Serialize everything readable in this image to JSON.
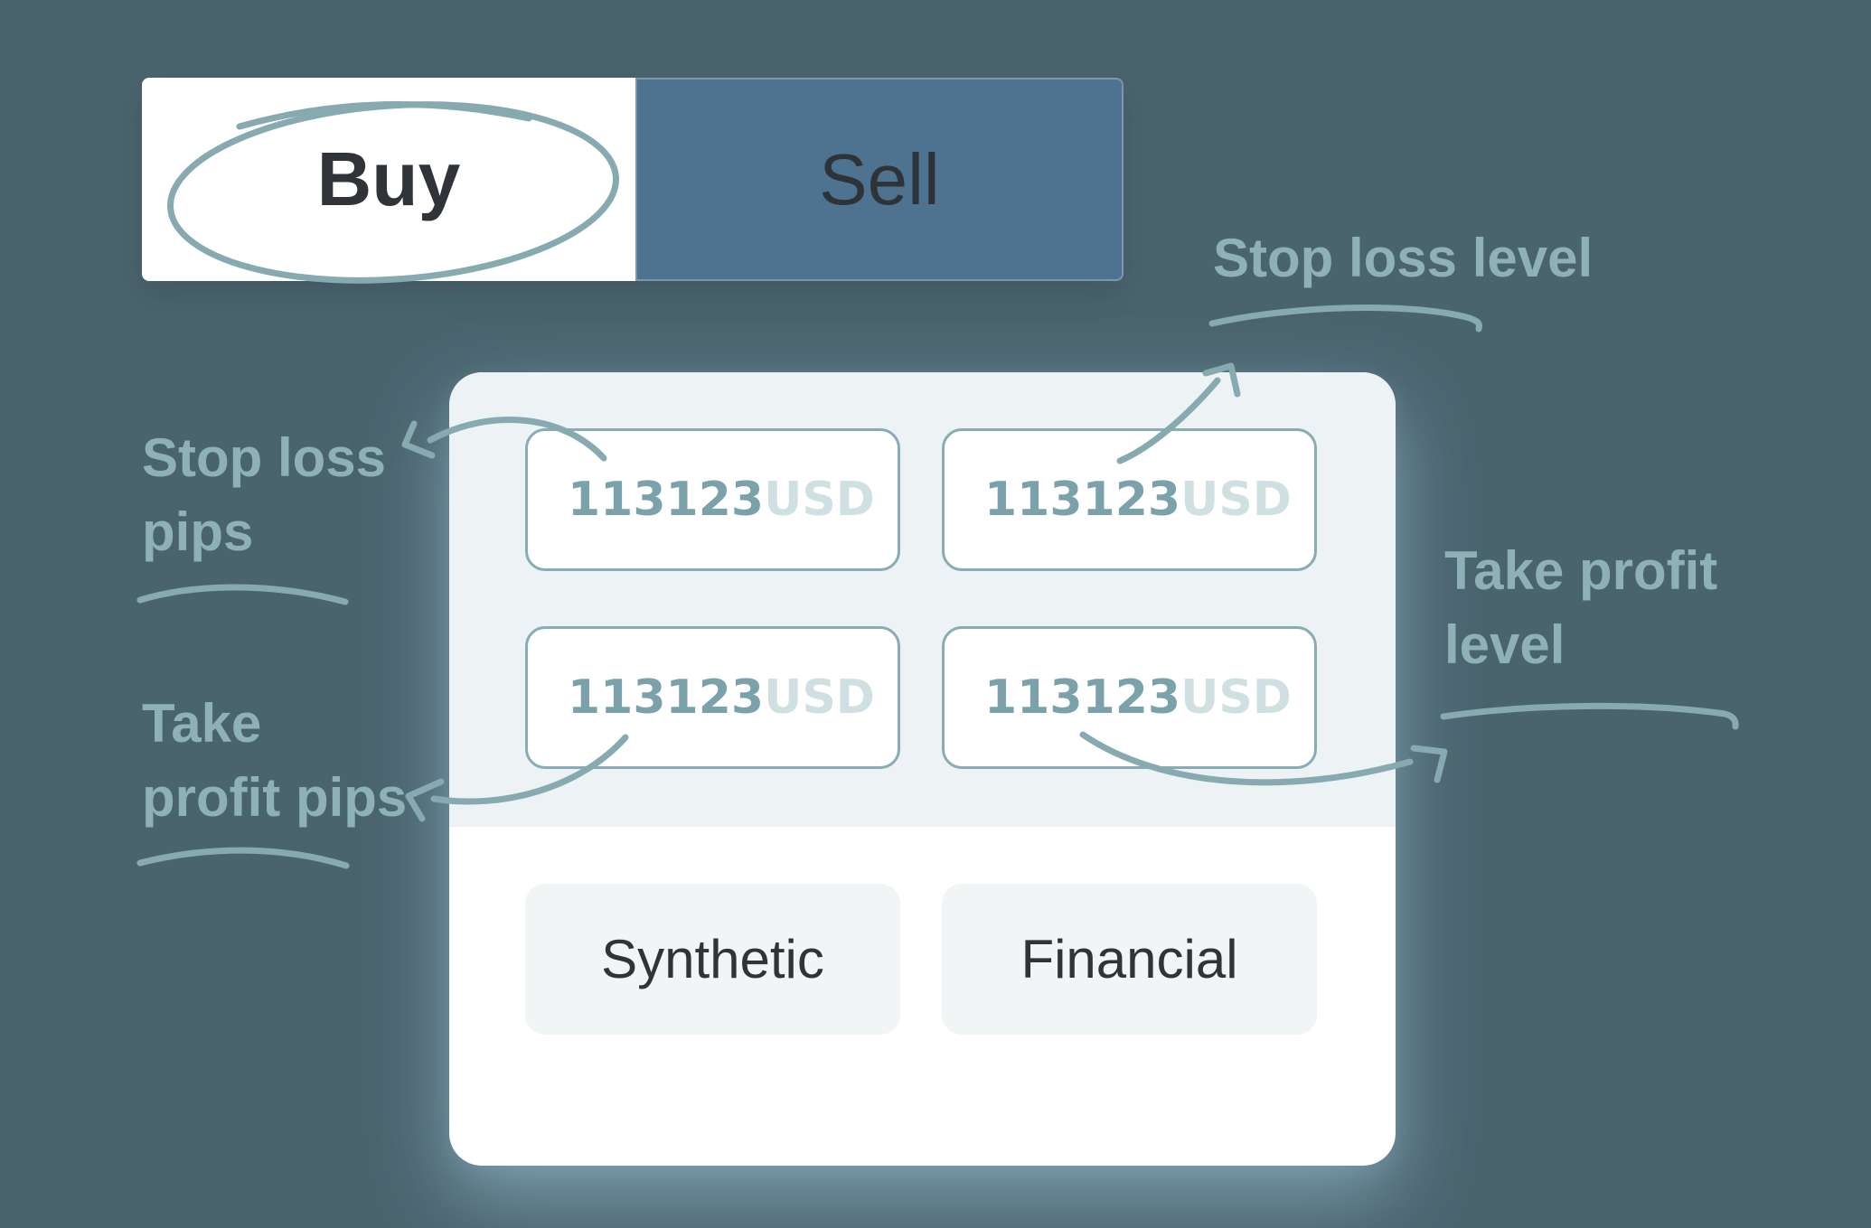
{
  "toggle": {
    "buy_label": "Buy",
    "sell_label": "Sell",
    "selected": "Buy"
  },
  "annotations": {
    "stop_loss_level": {
      "text": "Stop loss level"
    },
    "stop_loss_pips": {
      "text": "Stop loss\npips"
    },
    "take_profit_level": {
      "text": "Take profit\nlevel"
    },
    "take_profit_pips": {
      "text": "Take\nprofit pips"
    }
  },
  "form": {
    "inputs": [
      {
        "name": "stop-loss-pips",
        "value": "113123",
        "currency": "USD"
      },
      {
        "name": "stop-loss-level",
        "value": "113123",
        "currency": "USD"
      },
      {
        "name": "take-profit-pips",
        "value": "113123",
        "currency": "USD"
      },
      {
        "name": "take-profit-level",
        "value": "113123",
        "currency": "USD"
      }
    ],
    "market_buttons": [
      {
        "label": "Synthetic"
      },
      {
        "label": "Financial"
      }
    ]
  },
  "colors": {
    "background": "#4a646e",
    "sell_background": "#4e7390",
    "annotation": "#8db1b6",
    "stroke": "#86aab0",
    "input_border": "#87acb3",
    "input_value": "#7ba2ab",
    "input_currency": "#cfe0e2",
    "card_top_section": "#edf2f4",
    "card_bottom_section": "#ffffff",
    "button_background": "#f1f5f6"
  }
}
